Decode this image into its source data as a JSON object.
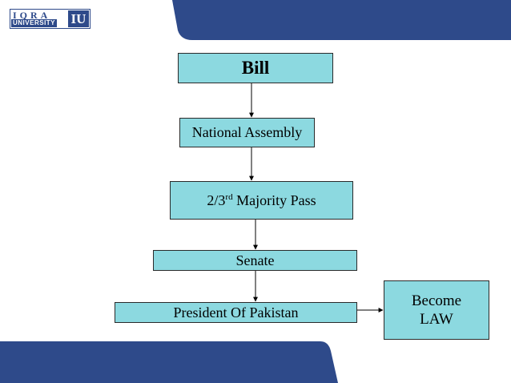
{
  "logo": {
    "top_text": "IQRA",
    "bottom_text": "UNIVERSITY",
    "mark": "IU"
  },
  "flowchart": {
    "bill": "Bill",
    "national_assembly": "National Assembly",
    "majority": {
      "prefix": "2/3",
      "superscript": "rd",
      "suffix": " Majority Pass"
    },
    "senate": "Senate",
    "president": "President Of Pakistan",
    "become_law": {
      "line1": "Become",
      "line2": "LAW"
    }
  },
  "colors": {
    "box_fill": "#8cd9e0",
    "band": "#2e4a8a",
    "border": "#2a2a2a"
  }
}
